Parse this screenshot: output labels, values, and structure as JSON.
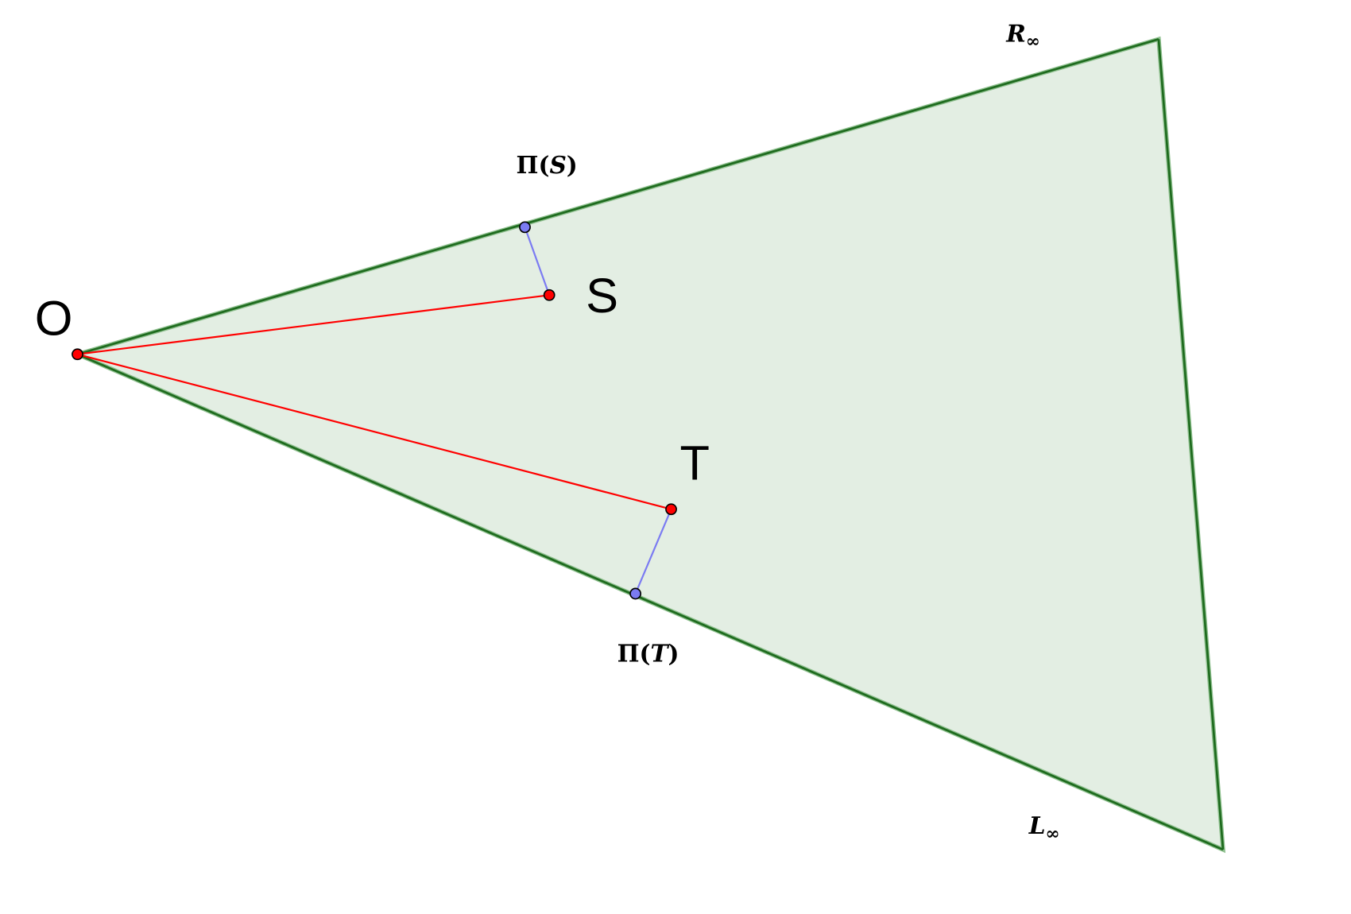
{
  "colors": {
    "region_fill": "#e3eee3",
    "boundary": "#1e6b1e",
    "segment_red": "#ff0000",
    "segment_blue": "#7b7bf2",
    "point_red": "#ff0000",
    "point_blue": "#7b7bf2"
  },
  "labels": {
    "O": "O",
    "S": "S",
    "T": "T",
    "pi_S": {
      "prefix": "Π(",
      "var": "S",
      "suffix": ")"
    },
    "pi_T": {
      "prefix": "Π(",
      "var": "T",
      "suffix": ")"
    },
    "R_inf": {
      "var": "R",
      "sub": "∞"
    },
    "L_inf": {
      "var": "L",
      "sub": "∞"
    }
  }
}
